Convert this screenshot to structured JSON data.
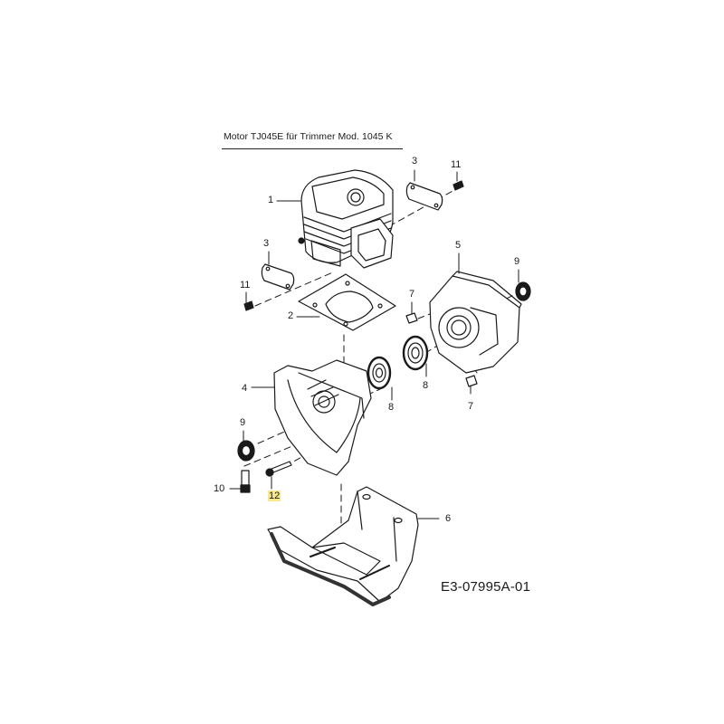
{
  "diagram": {
    "title": "Motor TJ045E   für Trimmer Mod. 1045 K",
    "drawing_code": "E3-07995A-01",
    "highlight_color": "#f7e98a",
    "callouts": [
      {
        "id": "c1",
        "label": "1",
        "part": "cylinder"
      },
      {
        "id": "c2",
        "label": "2",
        "part": "cylinder-gasket"
      },
      {
        "id": "c3a",
        "label": "3",
        "part": "cover-plate-right"
      },
      {
        "id": "c3b",
        "label": "3",
        "part": "cover-plate-left"
      },
      {
        "id": "c11a",
        "label": "11",
        "part": "screw-right"
      },
      {
        "id": "c11b",
        "label": "11",
        "part": "screw-left"
      },
      {
        "id": "c5",
        "label": "5",
        "part": "crankcase-half-right"
      },
      {
        "id": "c9a",
        "label": "9",
        "part": "shaft-seal-right"
      },
      {
        "id": "c7a",
        "label": "7",
        "part": "dowel-pin-upper"
      },
      {
        "id": "c7b",
        "label": "7",
        "part": "dowel-pin-lower"
      },
      {
        "id": "c8a",
        "label": "8",
        "part": "ball-bearing-right"
      },
      {
        "id": "c8b",
        "label": "8",
        "part": "ball-bearing-left"
      },
      {
        "id": "c4",
        "label": "4",
        "part": "crankcase-half-left"
      },
      {
        "id": "c9b",
        "label": "9",
        "part": "shaft-seal-left"
      },
      {
        "id": "c10",
        "label": "10",
        "part": "bolt"
      },
      {
        "id": "c12",
        "label": "12",
        "part": "screw",
        "highlighted": true
      },
      {
        "id": "c6",
        "label": "6",
        "part": "fuel-tank-bracket"
      }
    ]
  }
}
